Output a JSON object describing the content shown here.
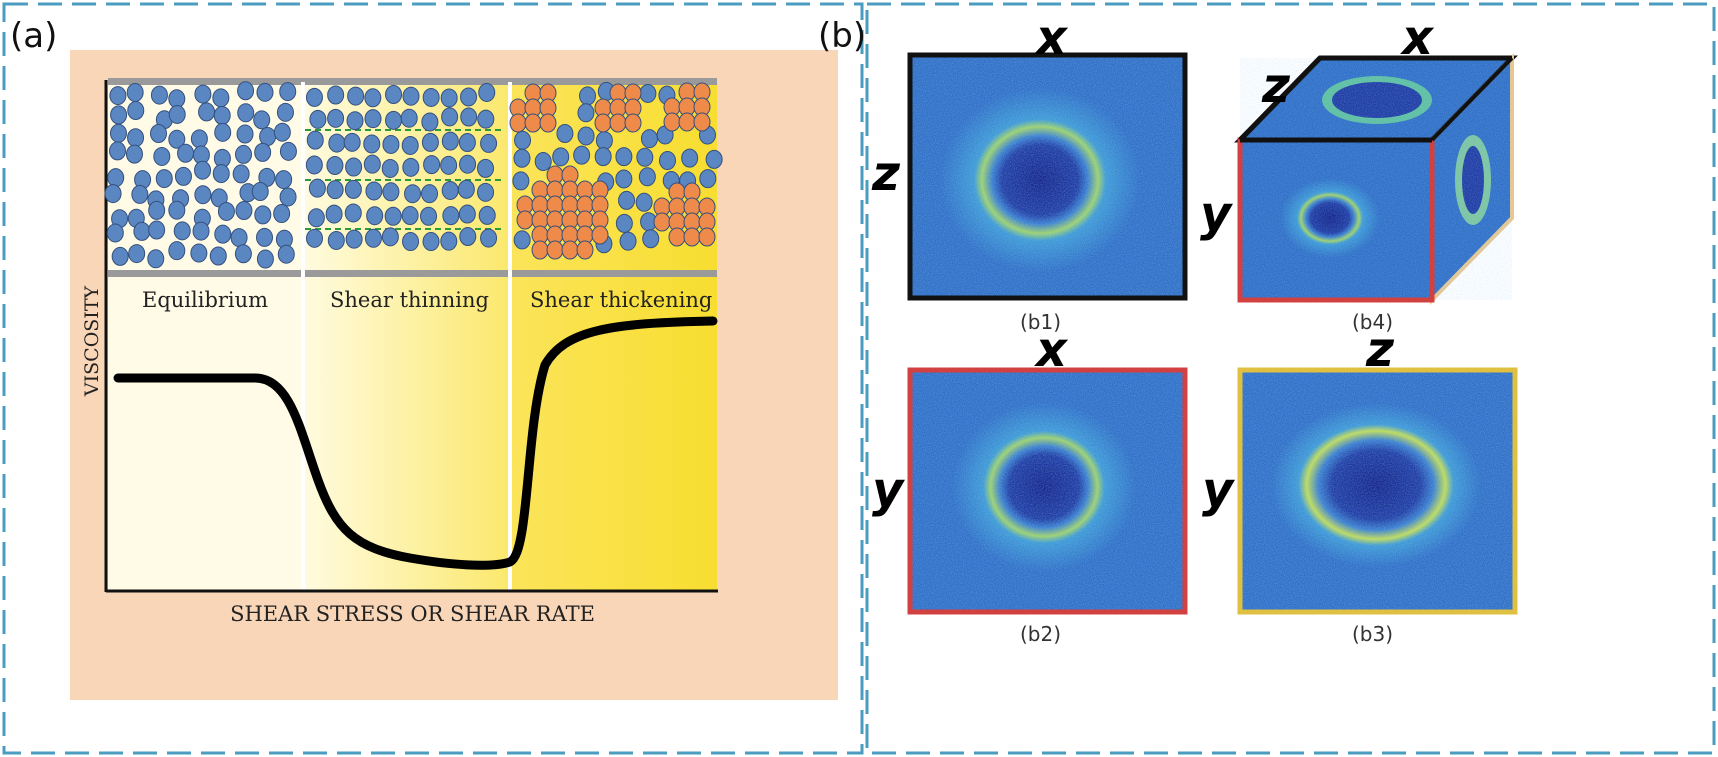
{
  "panel_a": {
    "label": "(a)",
    "regimes": [
      "Equilibrium",
      "Shear thinning",
      "Shear thickening"
    ],
    "y_axis_label": "VISCOSITY",
    "x_axis_label": "SHEAR STRESS OR SHEAR RATE"
  },
  "panel_b": {
    "label": "(b)",
    "b1": {
      "caption": "(b1)",
      "top_axis": "x",
      "side_axis": "z"
    },
    "b4": {
      "caption": "(b4)",
      "top_axis": "x",
      "depth_axis": "z",
      "side_axis": "y"
    },
    "b2": {
      "caption": "(b2)",
      "top_axis": "x",
      "side_axis": "y"
    },
    "b3": {
      "caption": "(b3)",
      "top_axis": "z",
      "side_axis": "y"
    }
  },
  "colors": {
    "frame_dash": "#4a9cc0",
    "particle_blue": "#5a86c2",
    "particle_orange": "#ee8a4a",
    "field_blue": "#2f6fc7",
    "field_dark": "#15268e",
    "ring_yellow": "#d7e045",
    "b1_border": "#111111",
    "b2_border": "#d24040",
    "b3_border": "#e0c040"
  }
}
